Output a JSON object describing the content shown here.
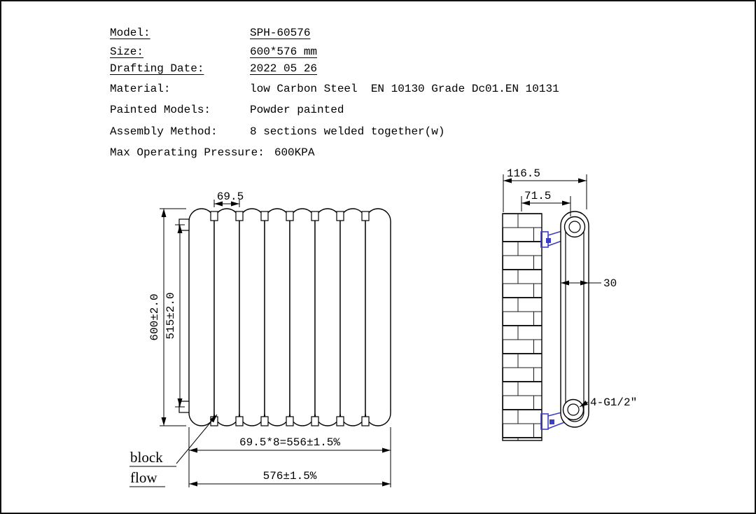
{
  "colors": {
    "line": "#000000",
    "bracket_blue": "#3d3dc6"
  },
  "spec": {
    "rows": [
      {
        "label": "Model:",
        "value": "SPH-60576"
      },
      {
        "label": "Size:",
        "value": "600*576 mm"
      },
      {
        "label": "Drafting Date:",
        "value": "2022 05 26"
      },
      {
        "label": "Material:",
        "value": "low Carbon Steel  EN 10130 Grade Dc01.EN 10131"
      },
      {
        "label": "Painted Models:",
        "value": "Powder painted"
      },
      {
        "label": "Assembly Method:",
        "value": "8 sections welded together(w)"
      },
      {
        "label": "Max Operating Pressure:",
        "value": "600KPA"
      }
    ]
  },
  "front_view": {
    "sections": 8,
    "dims": {
      "section_width": "69.5",
      "overall_height": "600±2.0",
      "port_height": "515±2.0",
      "sections_width": "69.5*8=556±1.5%",
      "overall_width": "576±1.5%"
    },
    "flow_note": {
      "line1": "block",
      "line2": "flow"
    }
  },
  "side_view": {
    "dims": {
      "wall_to_front": "116.5",
      "wall_to_bracket": "71.5",
      "tube_depth": "30"
    },
    "fitting_label": "4-G1/2″"
  }
}
